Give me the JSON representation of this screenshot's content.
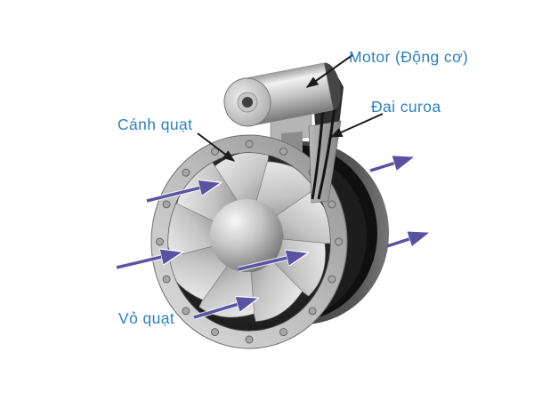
{
  "diagram": {
    "subject": "Axial fan components",
    "labels": {
      "motor": "Motor (Động cơ)",
      "belt": "Đai curoa",
      "blades": "Cánh quạt",
      "housing": "Vỏ quạt"
    },
    "colors": {
      "label_text": "#2e7fc0",
      "flow_arrow": "#5b51a3",
      "annotation_arrow": "#1a1a1a",
      "metal_light": "#d9d9d9",
      "metal_dark": "#161616",
      "background": "#ffffff"
    },
    "airflow": {
      "inlet_arrows": 4,
      "outlet_arrows": 2
    }
  }
}
